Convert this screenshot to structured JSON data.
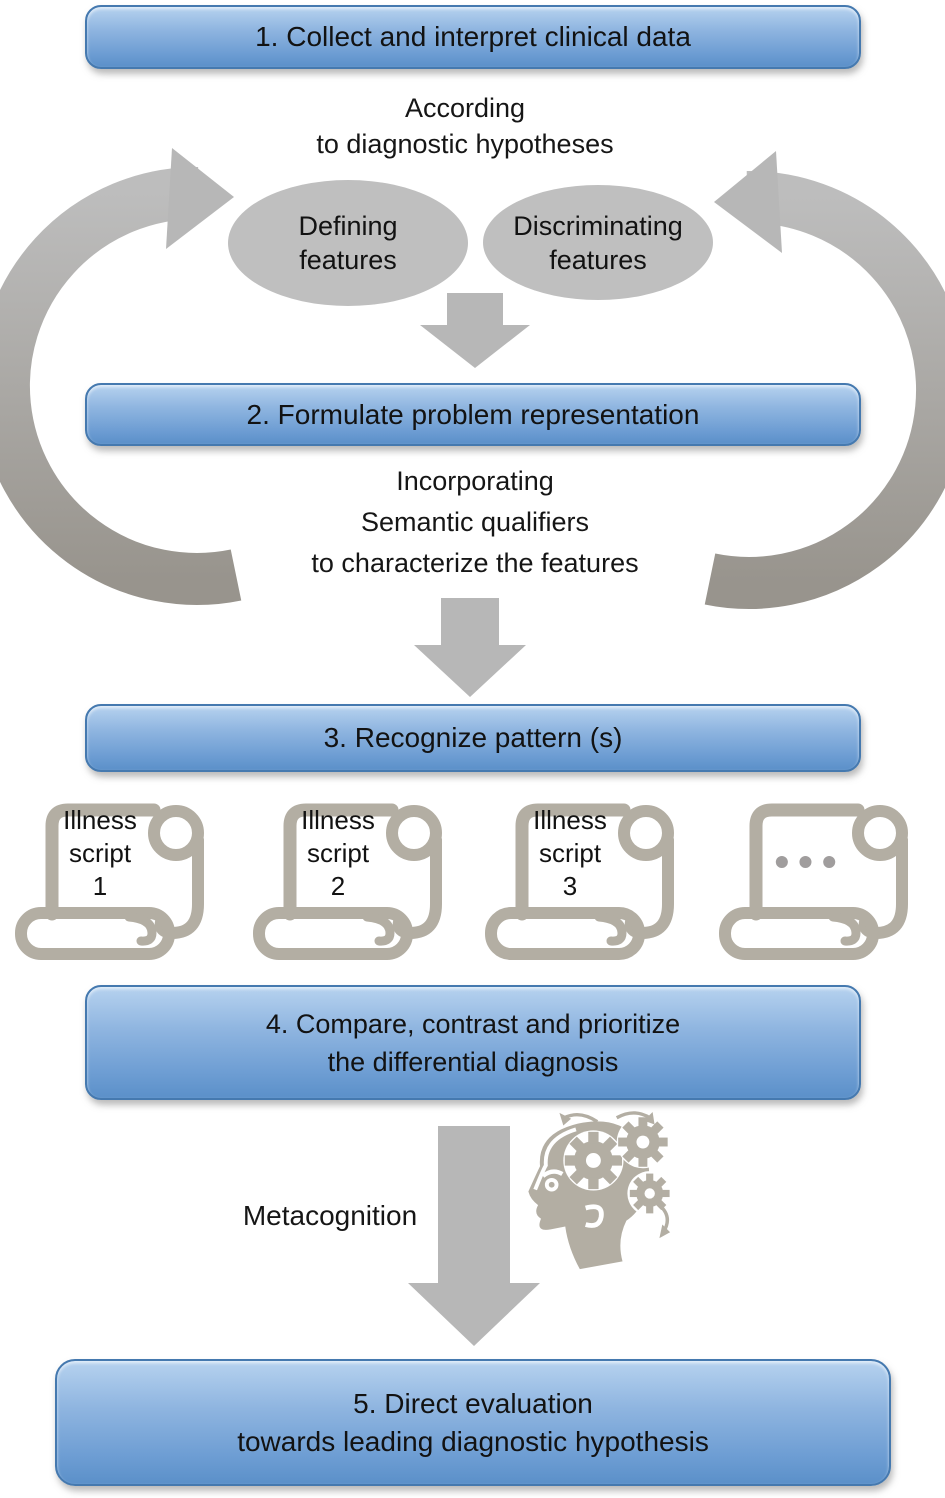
{
  "colors": {
    "box_fill_top": "#b6d2ef",
    "box_fill_bottom": "#5b90c9",
    "box_border": "#4579af",
    "arrow_gray": "#b7b7b7",
    "curved_arrow_dark": "#98948d",
    "ellipse_fill": "#bfbfbf",
    "scroll_outline": "#b3aea3",
    "dots_gray": "#a09d9d",
    "text": "#121212",
    "background": "#ffffff"
  },
  "steps": {
    "step1": "1. Collect and interpret clinical data",
    "step2": "2. Formulate problem representation",
    "step3": "3. Recognize pattern (s)",
    "step4_line1": "4. Compare, contrast and prioritize",
    "step4_line2": "the differential diagnosis",
    "step5_line1": "5. Direct evaluation",
    "step5_line2": "towards leading diagnostic hypothesis"
  },
  "annotations": {
    "according_line1": "According",
    "according_line2": "to diagnostic hypotheses",
    "incorporating_line1": "Incorporating",
    "incorporating_line2": "Semantic qualifiers",
    "incorporating_line3": "to characterize the features",
    "metacognition": "Metacognition"
  },
  "ellipses": [
    {
      "line1": "Defining",
      "line2": "features"
    },
    {
      "line1": "Discriminating",
      "line2": "features"
    }
  ],
  "illness_scripts": [
    {
      "line1": "Illness",
      "line2": "script",
      "line3": "1"
    },
    {
      "line1": "Illness",
      "line2": "script",
      "line3": "2"
    },
    {
      "line1": "Illness",
      "line2": "script",
      "line3": "3"
    },
    {
      "dots": "•••"
    }
  ]
}
